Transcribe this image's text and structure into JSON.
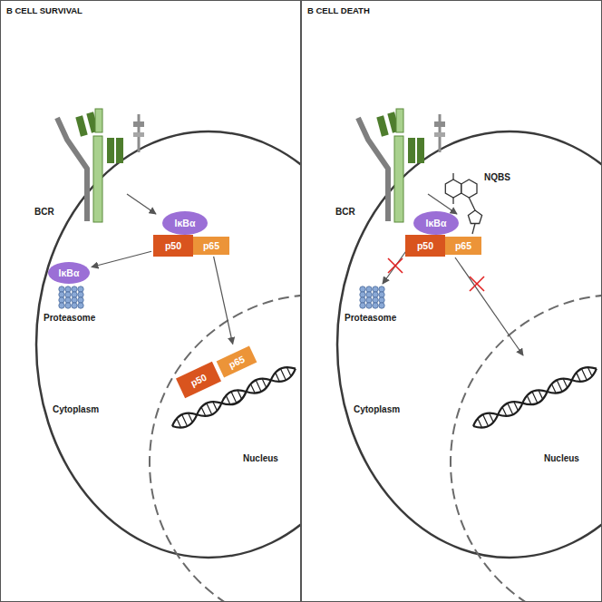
{
  "diagram": {
    "nodes": [
      {
        "text": [
          "B CELL SURVIVAL"
        ]
      },
      {
        "text": [
          "IκBα"
        ],
        "in": 0
      },
      {
        "text": [
          "p50"
        ],
        "in": 0
      },
      {
        "text": [
          "p65"
        ],
        "in": 0
      },
      {
        "text": [
          "IκBα"
        ],
        "in": 0
      },
      {
        "text": [
          "p50"
        ],
        "in": 0
      },
      {
        "text": [
          "p65"
        ],
        "in": 0
      },
      {
        "text": [
          "B CELL DEATH"
        ]
      },
      {
        "text": [
          "IκBα"
        ],
        "in": 7
      },
      {
        "text": [
          "p50"
        ],
        "in": 7
      },
      {
        "text": [
          "p65"
        ],
        "in": 7
      }
    ],
    "edges": [
      {
        "from": 2,
        "to": 4,
        "arrow": "to"
      },
      {
        "from": 3,
        "to": 6,
        "arrow": "to"
      }
    ],
    "labels": [
      "BCR",
      "Proteasome",
      "Cytoplasm",
      "Nucleus",
      "NQBS",
      "BCR",
      "Proteasome",
      "Cytoplasm",
      "Nucleus"
    ]
  }
}
